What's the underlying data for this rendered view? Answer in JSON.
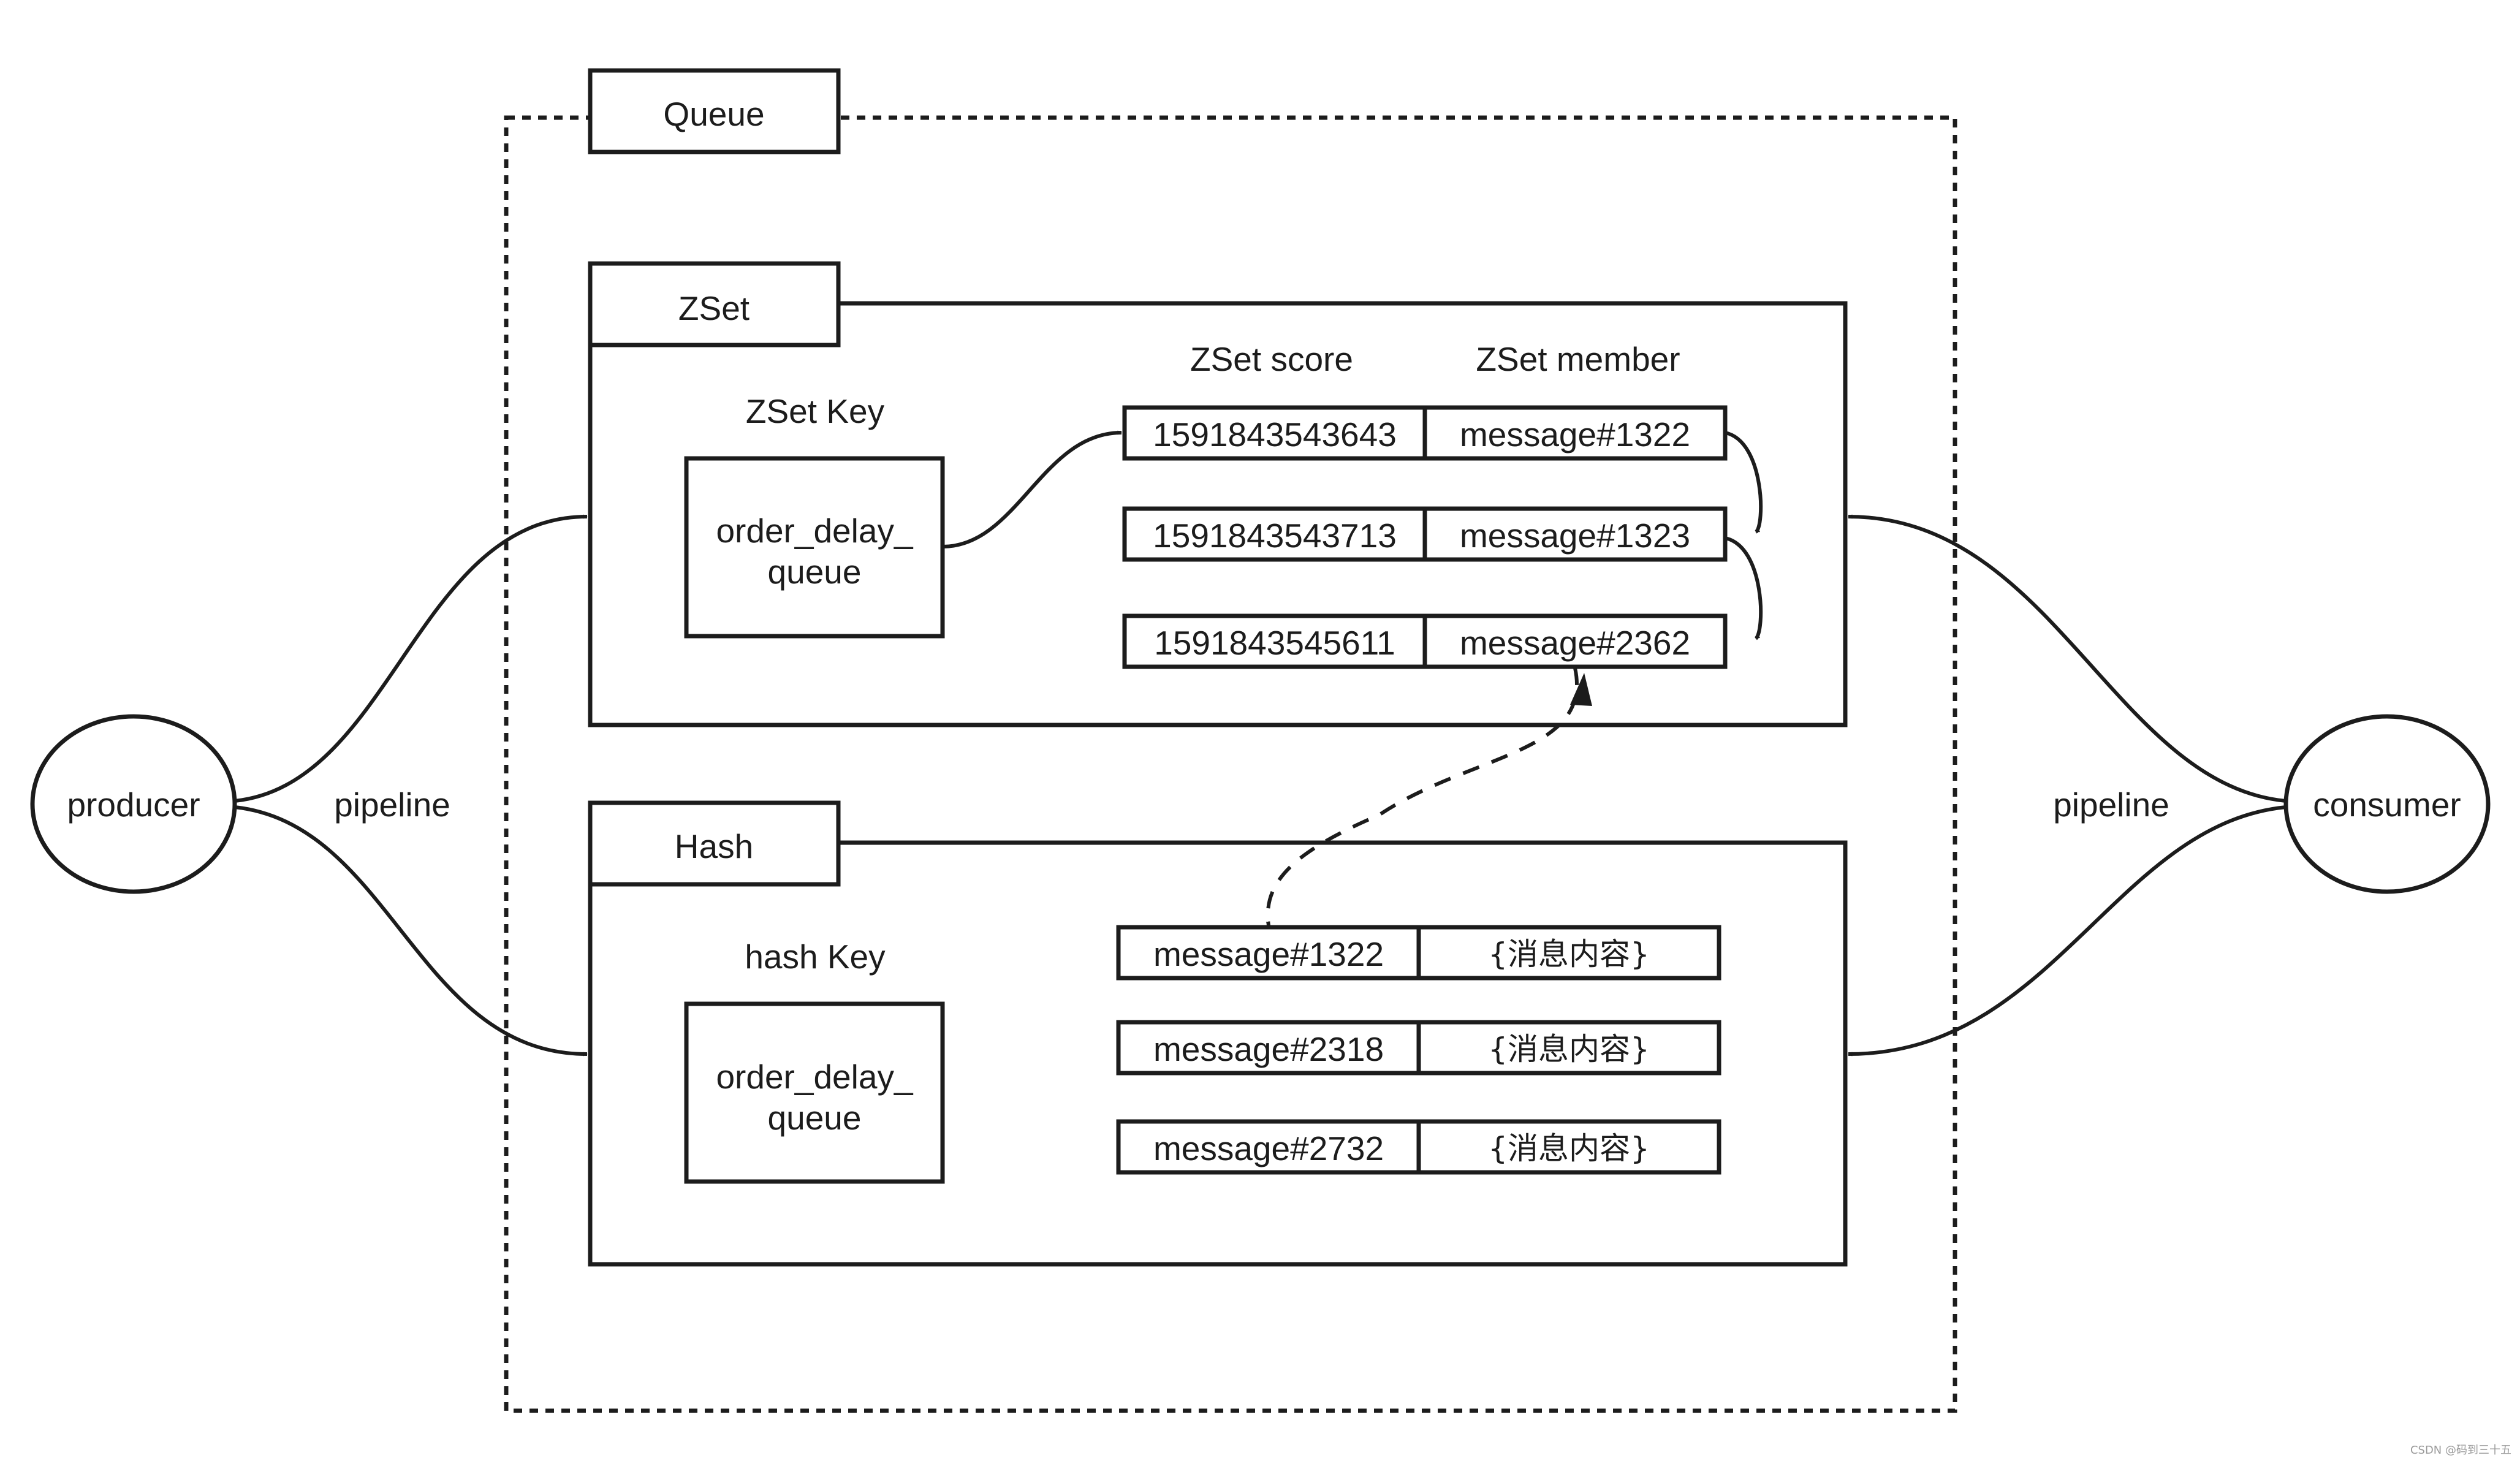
{
  "queue": {
    "title": "Queue"
  },
  "zset": {
    "title": "ZSet",
    "key_label": "ZSet Key",
    "key_line1": "order_delay_",
    "key_line2": "queue",
    "col_score": "ZSet score",
    "col_member": "ZSet member",
    "rows": [
      {
        "score": "1591843543643",
        "member": "message#1322"
      },
      {
        "score": "1591843543713",
        "member": "message#1323"
      },
      {
        "score": "1591843545611",
        "member": "message#2362"
      }
    ]
  },
  "hash": {
    "title": "Hash",
    "key_label": "hash Key",
    "key_line1": "order_delay_",
    "key_line2": "queue",
    "rows": [
      {
        "field": "message#1322",
        "value": "{消息内容}"
      },
      {
        "field": "message#2318",
        "value": "{消息内容}"
      },
      {
        "field": "message#2732",
        "value": "{消息内容}"
      }
    ]
  },
  "producer": {
    "label": "producer",
    "pipeline": "pipeline"
  },
  "consumer": {
    "label": "consumer",
    "pipeline": "pipeline"
  },
  "watermark": "CSDN @码到三十五"
}
